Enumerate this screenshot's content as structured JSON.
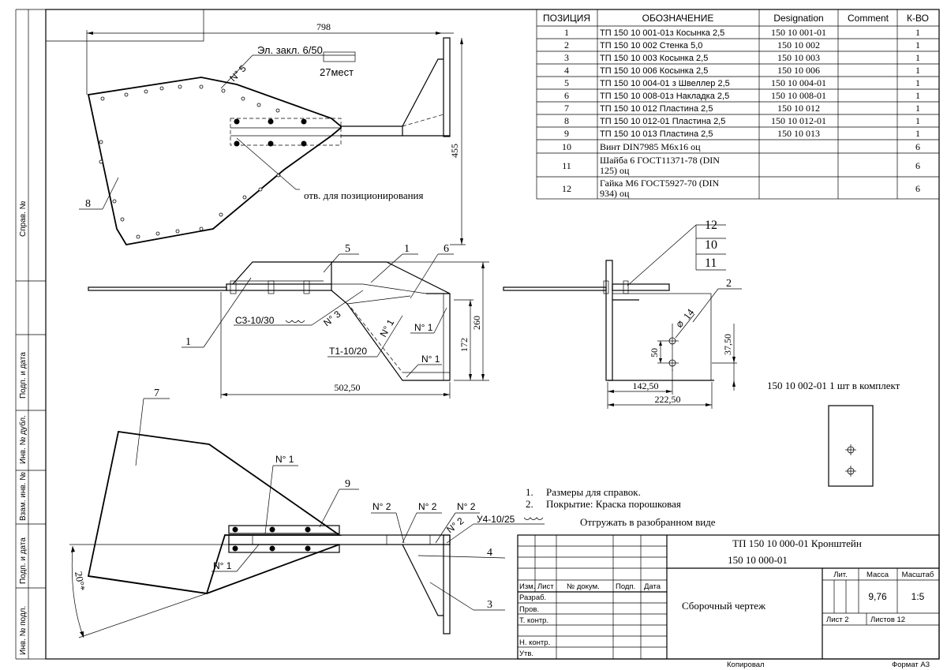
{
  "side_strip": {
    "sprav": "Справ. №",
    "podp_data_1": "Подп. и дата",
    "inv_dubl": "Инв. № дубл.",
    "vzam_inv": "Взам. инв. №",
    "podp_data_2": "Подп. и дата",
    "inv_podl": "Инв. № подл."
  },
  "parts_table": {
    "headers": [
      "ПОЗИЦИЯ",
      "ОБОЗНАЧЕНИЕ",
      "Designation",
      "Comment",
      "К-ВО"
    ],
    "rows": [
      {
        "pos": "1",
        "name": "ТП 150 10 001-01з Косынка 2,5",
        "desig": "150 10 001-01",
        "comment": "",
        "qty": "1"
      },
      {
        "pos": "2",
        "name": "ТП 150 10 002 Стенка 5,0",
        "desig": "150 10 002",
        "comment": "",
        "qty": "1"
      },
      {
        "pos": "3",
        "name": "ТП 150 10 003 Косынка 2,5",
        "desig": "150 10 003",
        "comment": "",
        "qty": "1"
      },
      {
        "pos": "4",
        "name": "ТП 150 10 006 Косынка 2,5",
        "desig": "150 10 006",
        "comment": "",
        "qty": "1"
      },
      {
        "pos": "5",
        "name": "ТП 150 10 004-01 з Швеллер 2,5",
        "desig": "150 10 004-01",
        "comment": "",
        "qty": "1"
      },
      {
        "pos": "6",
        "name": "ТП 150 10 008-01з Накладка 2,5",
        "desig": "150 10 008-01",
        "comment": "",
        "qty": "1"
      },
      {
        "pos": "7",
        "name": "ТП 150 10 012 Пластина 2,5",
        "desig": "150 10 012",
        "comment": "",
        "qty": "1"
      },
      {
        "pos": "8",
        "name": "ТП 150 10 012-01 Пластина 2,5",
        "desig": "150 10 012-01",
        "comment": "",
        "qty": "1"
      },
      {
        "pos": "9",
        "name": "ТП 150 10 013 Пластина 2,5",
        "desig": "150 10 013",
        "comment": "",
        "qty": "1"
      },
      {
        "pos": "10",
        "name": "Винт DIN7985 М6х16 оц",
        "desig": "",
        "comment": "",
        "qty": "6"
      },
      {
        "pos": "11",
        "name_1": "Шайба 6 ГОСТ11371-78 (DIN",
        "name_2": "125) оц",
        "desig": "",
        "comment": "",
        "qty": "6"
      },
      {
        "pos": "12",
        "name_1": "Гайка М6  ГОСТ5927-70 (DIN",
        "name_2": "934) оц",
        "desig": "",
        "comment": "",
        "qty": "6"
      }
    ]
  },
  "top_view": {
    "dim_width": "798",
    "dim_height": "455",
    "weld_note": "Эл. закл. 6/50",
    "weld_count": "27мест",
    "weld_mark": "N° 5",
    "positioning_note": "отв. для позиционирования",
    "callout_8": "8"
  },
  "side_view": {
    "callout_1": "1",
    "callout_5": "5",
    "callout_1b": "1",
    "callout_6": "6",
    "weld_c3": "С3-10/30",
    "weld_t1": "Т1-10/20",
    "mark_n3": "N° 3",
    "mark_n1a": "N° 1",
    "mark_n1b": "N° 1",
    "mark_n1c": "N° 1",
    "dim_length": "502,50",
    "dim_260": "260",
    "dim_172": "172"
  },
  "end_view": {
    "callout_12": "12",
    "callout_10": "10",
    "callout_11": "11",
    "callout_2": "2",
    "dim_hole": "14",
    "dim_50": "50",
    "dim_3750": "37,50",
    "dim_14250": "142,50",
    "dim_22250": "222,50"
  },
  "kit_note": "150 10 002-01 1 шт в комплект",
  "bottom_view": {
    "callout_7": "7",
    "callout_9": "9",
    "callout_4": "4",
    "callout_3": "3",
    "mark_n1_top": "N° 1",
    "mark_n1_bottom": "N° 1",
    "mark_n2a": "N° 2",
    "mark_n2b": "N° 2",
    "mark_n2c": "N° 2",
    "mark_n2d": "N° 2",
    "weld_u4": "У4-10/25",
    "angle": "20°*"
  },
  "notes": {
    "n1_num": "1.",
    "n1": "Размеры для справок.",
    "n2_num": "2.",
    "n2": "Покрытие: Краска порошковая",
    "ship": "Отгружать в разобранном виде"
  },
  "title_block": {
    "designation_1": "ТП 150 10 000-01 Кронштейн",
    "designation_2": "150 10 000-01",
    "doc_title": "Сборочный чертеж",
    "izm": "Изм.",
    "list": "Лист",
    "doc_num": "№ докум.",
    "podp": "Подп.",
    "data": "Дата",
    "razrab": "Разраб.",
    "prov": "Пров.",
    "t_kontr": "Т. контр.",
    "n_kontr": "Н. контр.",
    "utv": "Утв.",
    "lit": "Лит.",
    "massa": "Масса",
    "masshtab": "Масштаб",
    "mass_value": "9,76",
    "scale_value": "1:5",
    "sheet": "Лист 2",
    "sheets": "Листов 12",
    "kopiroval": "Копировал",
    "format": "Формат А3"
  }
}
